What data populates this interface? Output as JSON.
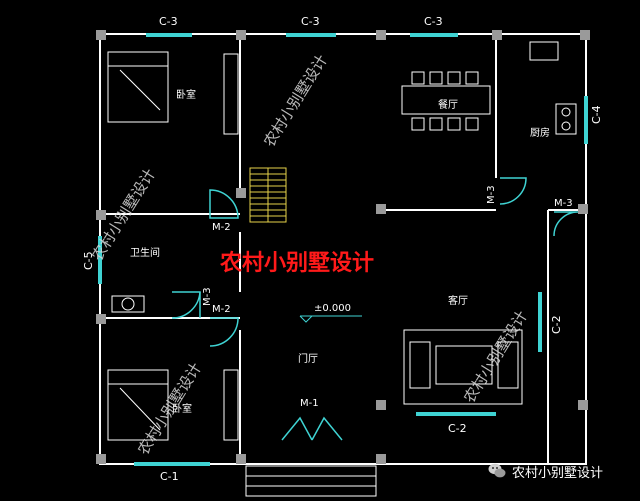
{
  "colors": {
    "background": "#000000",
    "wall": "#ffffff",
    "window": "#3fd3d3",
    "door": "#3fd3d3",
    "stair": "#e6d24a",
    "banner": "#ff1a1a"
  },
  "rooms": {
    "bedroom_top": "卧室",
    "bedroom_bottom": "卧室",
    "dining": "餐厅",
    "kitchen": "厨房",
    "bathroom": "卫生间",
    "living": "客厅",
    "entry": "门厅"
  },
  "windows": {
    "top_left": "C-3",
    "top_center": "C-3",
    "top_right": "C-3",
    "right_kitchen": "C-4",
    "left_bath": "C-5",
    "right_living": "C-2",
    "bottom_living": "C-2",
    "bottom_left": "C-1"
  },
  "doors": {
    "stair_door": "M-2",
    "bath_door": "M-2",
    "bath_side": "M-3",
    "kitchen_side": "M-3",
    "kitchen_bottom": "M-3",
    "main_entry": "M-1"
  },
  "level_mark": "±0.000",
  "watermark_text": "农村小别墅设计",
  "banner_text": "农村小别墅设计",
  "brand_text": "农村小别墅设计",
  "brand_icon": "wechat-icon"
}
